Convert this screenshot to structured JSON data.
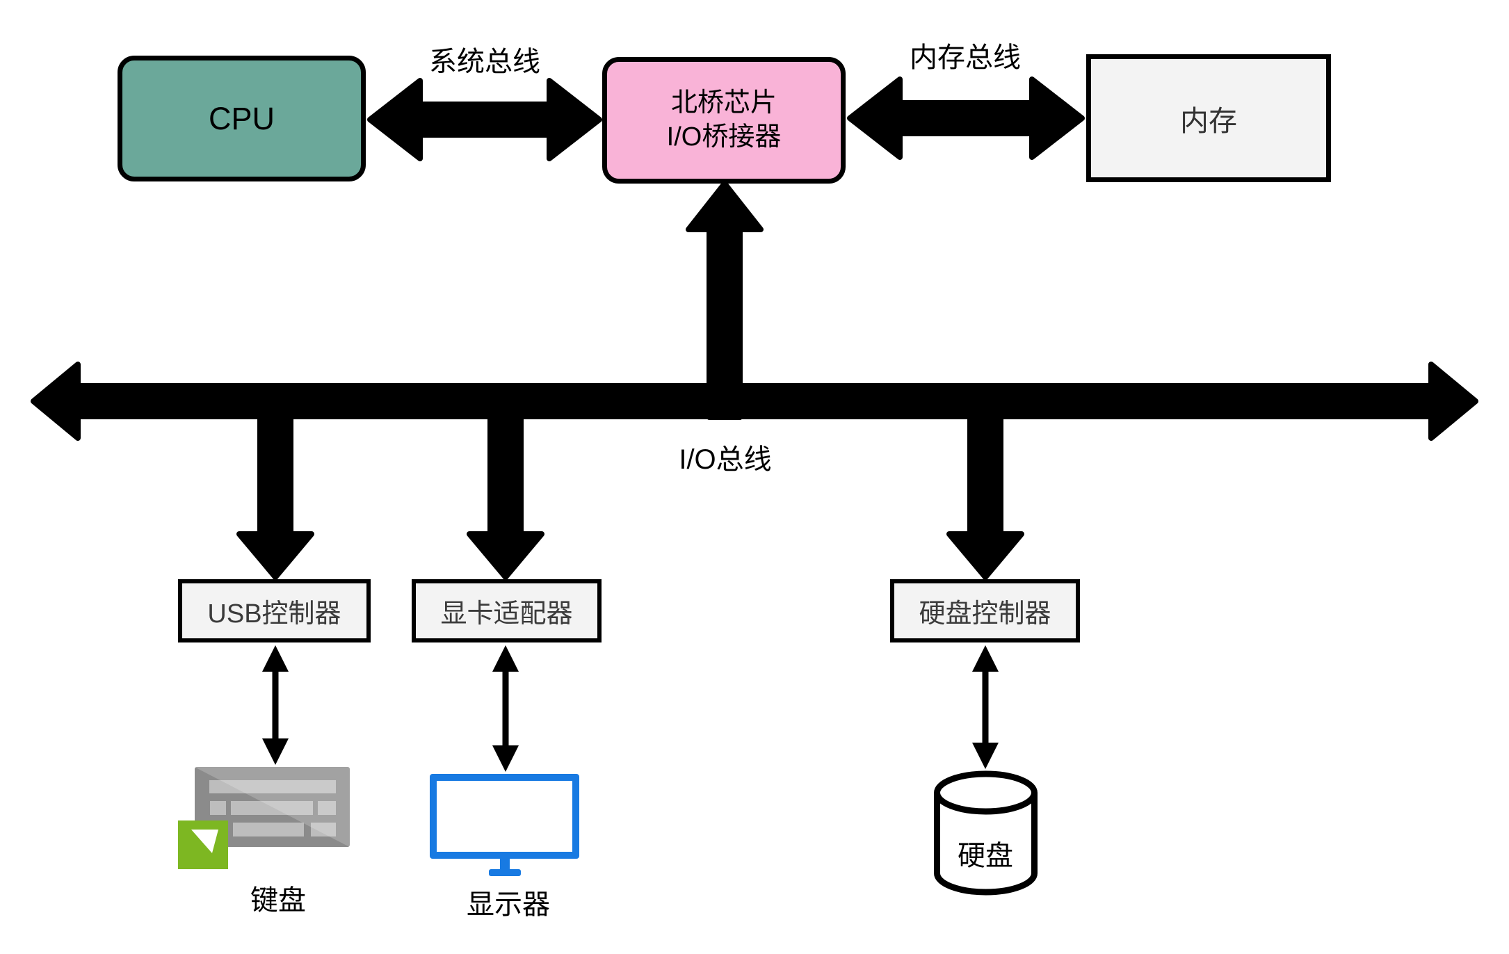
{
  "diagram": {
    "nodes": {
      "cpu": {
        "label": "CPU"
      },
      "northbridge": {
        "line1": "北桥芯片",
        "line2": "I/O桥接器"
      },
      "memory": {
        "label": "内存"
      },
      "usb_controller": {
        "label": "USB控制器"
      },
      "graphics_adapter": {
        "label": "显卡适配器"
      },
      "disk_controller": {
        "label": "硬盘控制器"
      },
      "keyboard": {
        "label": "键盘"
      },
      "monitor": {
        "label": "显示器"
      },
      "hard_disk": {
        "label": "硬盘"
      }
    },
    "buses": {
      "system_bus": {
        "label": "系统总线"
      },
      "memory_bus": {
        "label": "内存总线"
      },
      "io_bus": {
        "label": "I/O总线"
      }
    },
    "colors": {
      "cpu_fill": "#6BA89A",
      "northbridge_fill": "#F9B3D7",
      "box_fill": "#F3F3F3",
      "arrow": "#000000",
      "monitor_blue": "#187AE2",
      "keyboard_green": "#7DB722",
      "keyboard_gray": "#8B8B8B"
    }
  }
}
